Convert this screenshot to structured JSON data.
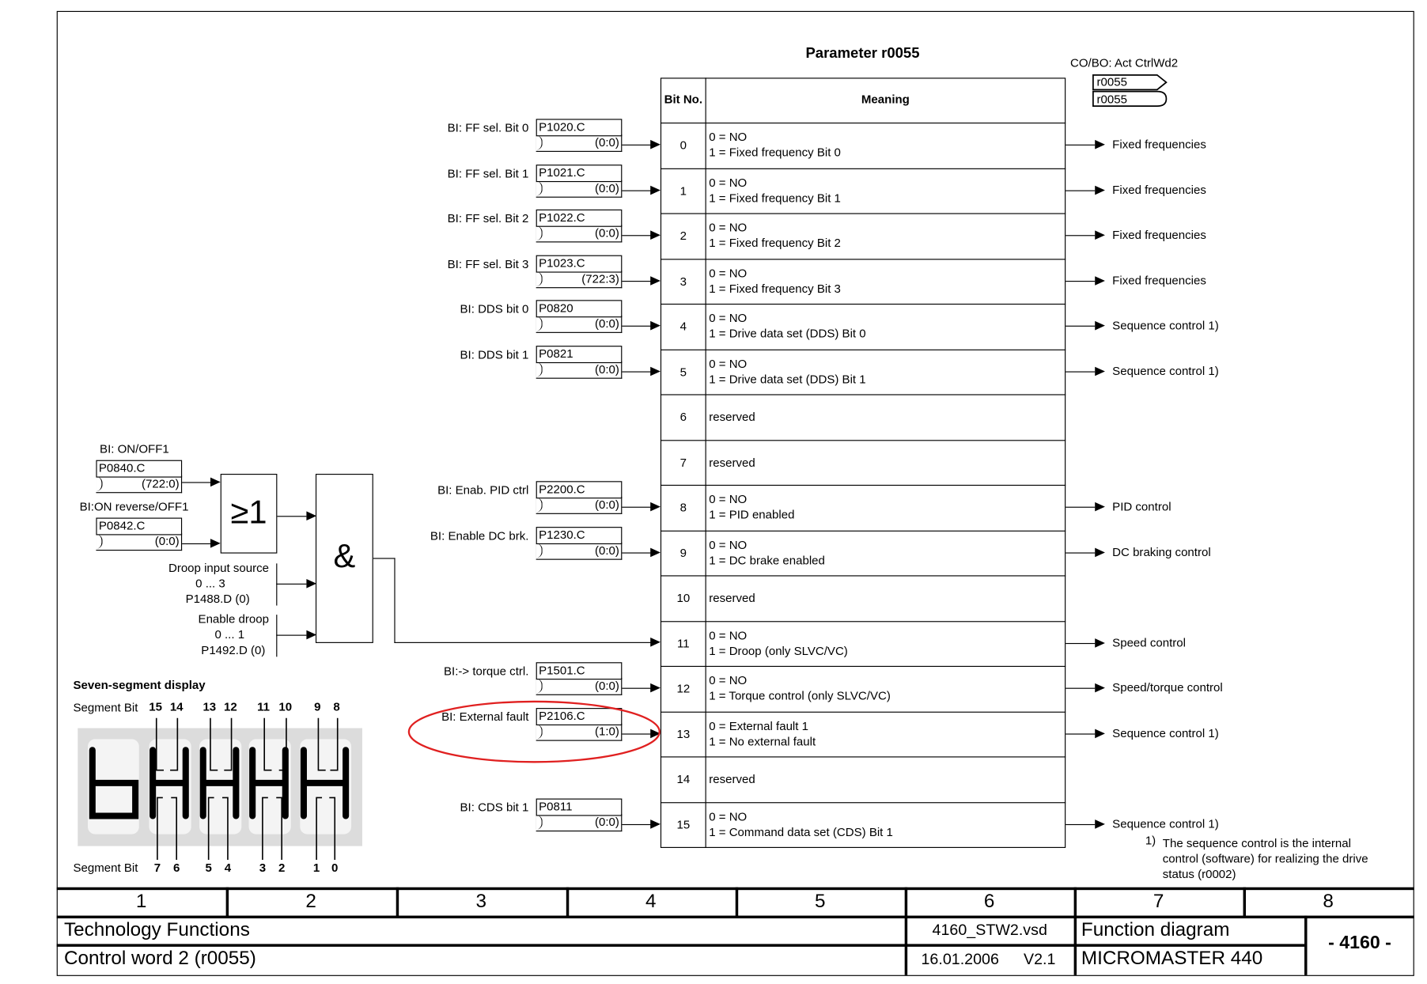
{
  "title": "Parameter r0055",
  "connector": {
    "label": "CO/BO: Act CtrlWd2",
    "outputs": [
      "r0055",
      "r0055"
    ]
  },
  "table": {
    "header_bit": "Bit No.",
    "header_meaning": "Meaning",
    "rows": [
      {
        "bit": "0",
        "lines": [
          "0 = NO",
          "1 = Fixed frequency Bit 0"
        ],
        "input": {
          "label": "BI: FF sel. Bit 0",
          "param": "P1020.C",
          "default": "(0:0)"
        },
        "output": "Fixed frequencies"
      },
      {
        "bit": "1",
        "lines": [
          "0 = NO",
          "1 = Fixed frequency Bit 1"
        ],
        "input": {
          "label": "BI: FF sel. Bit 1",
          "param": "P1021.C",
          "default": "(0:0)"
        },
        "output": "Fixed frequencies"
      },
      {
        "bit": "2",
        "lines": [
          "0 = NO",
          "1 = Fixed frequency Bit 2"
        ],
        "input": {
          "label": "BI: FF sel. Bit 2",
          "param": "P1022.C",
          "default": "(0:0)"
        },
        "output": "Fixed frequencies"
      },
      {
        "bit": "3",
        "lines": [
          "0 = NO",
          "1 = Fixed frequency Bit 3"
        ],
        "input": {
          "label": "BI: FF sel. Bit 3",
          "param": "P1023.C",
          "default": "(722:3)"
        },
        "output": "Fixed frequencies"
      },
      {
        "bit": "4",
        "lines": [
          "0 = NO",
          "1 = Drive data set (DDS) Bit 0"
        ],
        "input": {
          "label": "BI: DDS bit 0",
          "param": "P0820",
          "default": "(0:0)"
        },
        "output": "Sequence control 1)"
      },
      {
        "bit": "5",
        "lines": [
          "0 = NO",
          "1 = Drive data set (DDS) Bit 1"
        ],
        "input": {
          "label": "BI: DDS bit 1",
          "param": "P0821",
          "default": "(0:0)"
        },
        "output": "Sequence control 1)"
      },
      {
        "bit": "6",
        "lines": [
          "reserved"
        ],
        "input": null,
        "output": null
      },
      {
        "bit": "7",
        "lines": [
          "reserved"
        ],
        "input": null,
        "output": null
      },
      {
        "bit": "8",
        "lines": [
          "0 = NO",
          "1 = PID enabled"
        ],
        "input": {
          "label": "BI: Enab. PID ctrl",
          "param": "P2200.C",
          "default": "(0:0)"
        },
        "output": "PID control"
      },
      {
        "bit": "9",
        "lines": [
          "0 = NO",
          "1 = DC brake enabled"
        ],
        "input": {
          "label": "BI: Enable DC brk.",
          "param": "P1230.C",
          "default": "(0:0)"
        },
        "output": "DC braking control"
      },
      {
        "bit": "10",
        "lines": [
          "reserved"
        ],
        "input": null,
        "output": null
      },
      {
        "bit": "11",
        "lines": [
          "0 = NO",
          "1 = Droop (only SLVC/VC)"
        ],
        "input": null,
        "output": "Speed control"
      },
      {
        "bit": "12",
        "lines": [
          "0 = NO",
          "1 = Torque control (only SLVC/VC)"
        ],
        "input": {
          "label": "BI:-> torque ctrl.",
          "param": "P1501.C",
          "default": "(0:0)"
        },
        "output": "Speed/torque control"
      },
      {
        "bit": "13",
        "lines": [
          "0 = External fault 1",
          "1 = No external fault"
        ],
        "input": {
          "label": "BI: External fault",
          "param": "P2106.C",
          "default": "(1:0)"
        },
        "output": "Sequence control 1)"
      },
      {
        "bit": "14",
        "lines": [
          "reserved"
        ],
        "input": null,
        "output": null
      },
      {
        "bit": "15",
        "lines": [
          "0 = NO",
          "1 = Command data set (CDS) Bit 1"
        ],
        "input": {
          "label": "BI: CDS bit 1",
          "param": "P0811",
          "default": "(0:0)"
        },
        "output": "Sequence control 1)"
      }
    ]
  },
  "logic": {
    "in1": {
      "label": "BI: ON/OFF1",
      "param": "P0840.C",
      "default": "(722:0)"
    },
    "in2": {
      "label": "BI:ON reverse/OFF1",
      "param": "P0842.C",
      "default": "(0:0)"
    },
    "or_symbol": "≥1",
    "and_symbol": "&",
    "droop_src": [
      "Droop input source",
      "0 ... 3",
      "P1488.D (0)"
    ],
    "droop_en": [
      "Enable droop",
      "0 ... 1",
      "P1492.D (0)"
    ]
  },
  "seven_segment": {
    "title": "Seven-segment display",
    "bit_label": "Segment Bit",
    "top_bits": [
      "15",
      "14",
      "13",
      "12",
      "11",
      "10",
      "9",
      "8"
    ],
    "bottom_bits": [
      "7",
      "6",
      "5",
      "4",
      "3",
      "2",
      "1",
      "0"
    ]
  },
  "footnote": {
    "marker": "1)",
    "lines": [
      "The sequence control is the internal",
      "control (software) for realizing the drive",
      "status (r0002)"
    ]
  },
  "highlight_color": "#e02020",
  "footer": {
    "columns": [
      "1",
      "2",
      "3",
      "4",
      "5",
      "6",
      "7",
      "8"
    ],
    "title1": "Technology Functions",
    "title2": "Control word 2 (r0055)",
    "file": "4160_STW2.vsd",
    "date": "16.01.2006",
    "version": "V2.1",
    "doc_type": "Function diagram",
    "product": "MICROMASTER 440",
    "page": "- 4160 -"
  }
}
